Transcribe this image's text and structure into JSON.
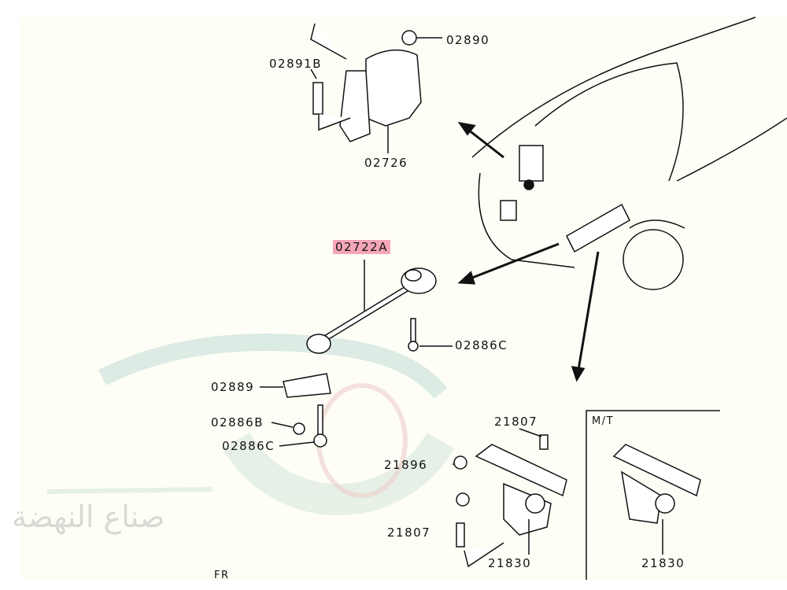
{
  "parts": {
    "p02890": "02890",
    "p02891B": "02891B",
    "p02726": "02726",
    "p02722A": "02722A",
    "p02886C_a": "02886C",
    "p02889": "02889",
    "p02886B": "02886B",
    "p02886C_b": "02886C",
    "p21807_a": "21807",
    "p21896": "21896",
    "p21807_b": "21807",
    "p21830_a": "21830",
    "p21830_b": "21830"
  },
  "inset": {
    "title": "M/T"
  },
  "footer": {
    "fr": "FR"
  },
  "watermark": {
    "text": "صناع النهضة"
  },
  "colors": {
    "highlight": "#f4a6b8",
    "paper": "#fffef6"
  }
}
